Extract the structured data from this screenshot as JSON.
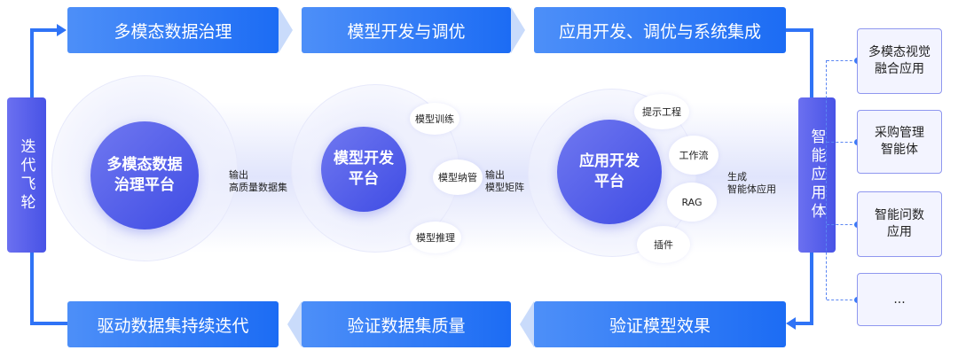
{
  "top_steps": [
    "多模态数据治理",
    "模型开发与调优",
    "应用开发、调优与系统集成"
  ],
  "bottom_steps": [
    "驱动数据集持续迭代",
    "验证数据集质量",
    "验证模型效果"
  ],
  "left_bar": "迭代飞轮",
  "right_bar": "智能应用体",
  "platforms": [
    {
      "title_l1": "多模态数据",
      "title_l2": "治理平台",
      "out_l1": "输出",
      "out_l2": "高质量数据集"
    },
    {
      "title_l1": "模型开发",
      "title_l2": "平台",
      "out_l1": "输出",
      "out_l2": "模型矩阵",
      "items": [
        "模型训练",
        "模型纳管",
        "模型推理"
      ]
    },
    {
      "title_l1": "应用开发",
      "title_l2": "平台",
      "out_l1": "生成",
      "out_l2": "智能体应用",
      "items": [
        "提示工程",
        "工作流",
        "RAG",
        "插件"
      ]
    }
  ],
  "apps": [
    {
      "l1": "多模态视觉",
      "l2": "融合应用"
    },
    {
      "l1": "采购管理",
      "l2": "智能体"
    },
    {
      "l1": "智能问数",
      "l2": "应用"
    },
    {
      "l1": "...",
      "l2": ""
    }
  ],
  "colors": {
    "primary": "#1c6cf4",
    "purple": "#4853e6"
  }
}
